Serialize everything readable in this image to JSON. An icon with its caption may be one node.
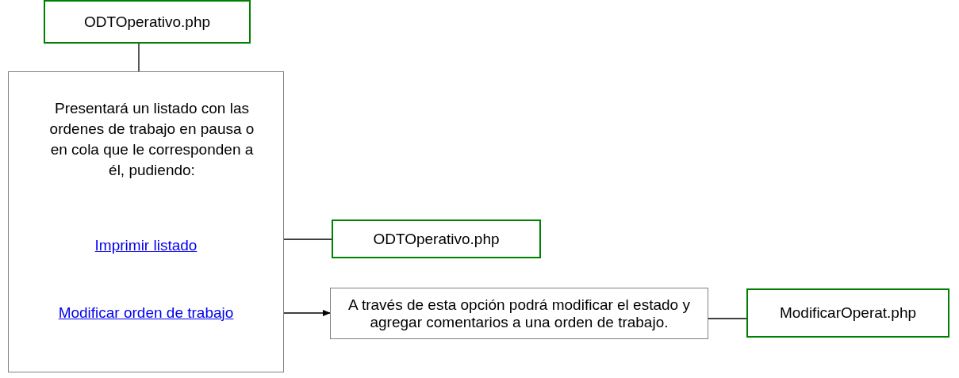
{
  "diagram": {
    "nodes": [
      {
        "text": [
          "ODTOperativo.php"
        ]
      },
      {
        "text": [
          "Presentará un listado con las ordenes de trabajo en pausa o en cola que le corresponden a él, pudiendo:",
          "Imprimir listado",
          "Modificar orden de trabajo"
        ]
      },
      {
        "text": [
          "ODTOperativo.php"
        ]
      },
      {
        "text": [
          "A través de esta opción podrá modificar el estado y agregar comentarios  a una orden de trabajo."
        ]
      },
      {
        "text": [
          "ModificarOperat.php"
        ]
      }
    ],
    "edges": [
      {
        "from": 0,
        "to": 1,
        "arrow": "none"
      },
      {
        "from": 1,
        "to": 2,
        "arrow": "none"
      },
      {
        "from": 1,
        "to": 3,
        "arrow": "to"
      },
      {
        "from": 3,
        "to": 4,
        "arrow": "none"
      }
    ]
  }
}
